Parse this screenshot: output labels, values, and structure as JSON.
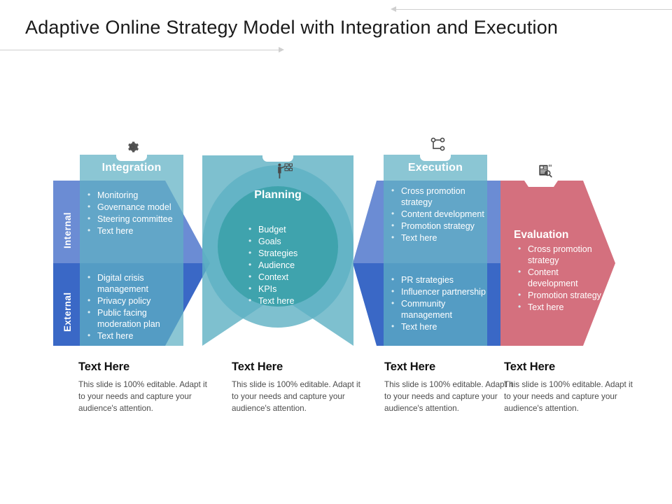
{
  "title": "Adaptive Online Strategy Model with Integration and Execution",
  "decor": {
    "top_arrow_direction": "left",
    "bottom_arrow_direction": "right"
  },
  "row_labels": {
    "internal": "Internal",
    "external": "External"
  },
  "colors": {
    "internal_band": "#6b8cd4",
    "external_band": "#3a68c6",
    "panel_teal": "#5eb0c3",
    "planning_inner": "#3fa3ad",
    "evaluation": "#d4707e",
    "title_text": "#1a1a1a",
    "caption_body": "#4d4d4d"
  },
  "stages": [
    {
      "id": "integration",
      "header": "Integration",
      "icon": "gear-icon",
      "internal_items": [
        "Monitoring",
        "Governance model",
        "Steering committee",
        "Text here"
      ],
      "external_items": [
        "Digital crisis management",
        "Privacy policy",
        "Public facing moderation plan",
        "Text here"
      ]
    },
    {
      "id": "planning",
      "header": "Planning",
      "icon": "presenter-flowchart-icon",
      "items": [
        "Budget",
        "Goals",
        "Strategies",
        "Audience",
        "Context",
        "KPIs",
        "Text here"
      ]
    },
    {
      "id": "execution",
      "header": "Execution",
      "icon": "network-nodes-icon",
      "internal_items": [
        "Cross promotion strategy",
        "Content development",
        "Promotion strategy",
        "Text here"
      ],
      "external_items": [
        "PR strategies",
        "Influencer partnership",
        "Community management",
        "Text here"
      ]
    },
    {
      "id": "evaluation",
      "header": "Evaluation",
      "icon": "document-search-icon",
      "items": [
        "Cross promotion strategy",
        "Content development",
        "Promotion strategy",
        "Text here"
      ]
    }
  ],
  "captions": [
    {
      "heading": "Text Here",
      "body": "This slide is 100% editable. Adapt it to your needs and capture your audience's attention."
    },
    {
      "heading": "Text Here",
      "body": "This slide is 100% editable. Adapt it to your needs and capture your audience's attention."
    },
    {
      "heading": "Text Here",
      "body": "This slide is 100% editable. Adapt it to your needs and capture your audience's attention."
    },
    {
      "heading": "Text Here",
      "body": "This slide is 100% editable. Adapt it to your needs and capture your audience's attention."
    }
  ]
}
